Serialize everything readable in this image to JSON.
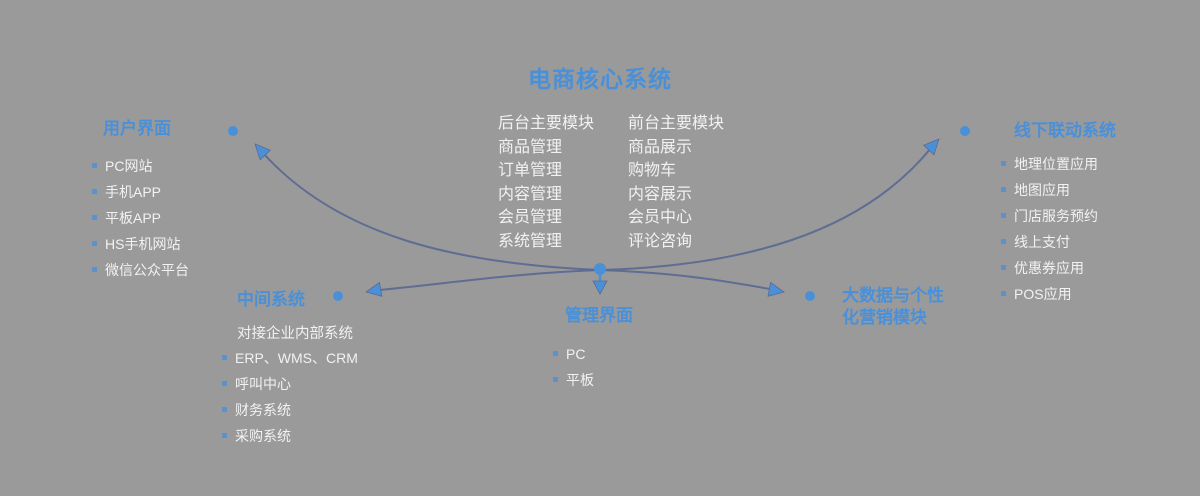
{
  "colors": {
    "background": "#9a9a9a",
    "accent": "#4a90d9",
    "connector": "#5c6a92",
    "text": "#f2f2f2"
  },
  "title": "电商核心系统",
  "core": {
    "backend": {
      "header": "后台主要模块",
      "items": [
        "商品管理",
        "订单管理",
        "内容管理",
        "会员管理",
        "系统管理"
      ]
    },
    "frontend": {
      "header": "前台主要模块",
      "items": [
        "商品展示",
        "购物车",
        "内容展示",
        "会员中心",
        "评论咨询"
      ]
    }
  },
  "modules": {
    "user_interface": {
      "title": "用户界面",
      "items": [
        "PC网站",
        "手机APP",
        "平板APP",
        "HS手机网站",
        "微信公众平台"
      ]
    },
    "offline": {
      "title": "线下联动系统",
      "items": [
        "地理位置应用",
        "地图应用",
        "门店服务预约",
        "线上支付",
        "优惠券应用",
        "POS应用"
      ]
    },
    "middle": {
      "title": "中间系统",
      "intro": "对接企业内部系统",
      "items": [
        "ERP、WMS、CRM",
        "呼叫中心",
        "财务系统",
        "采购系统"
      ]
    },
    "management": {
      "title": "管理界面",
      "items": [
        "PC",
        "平板"
      ]
    },
    "bigdata": {
      "title_line1": "大数据与个性",
      "title_line2": "化营销模块"
    }
  }
}
